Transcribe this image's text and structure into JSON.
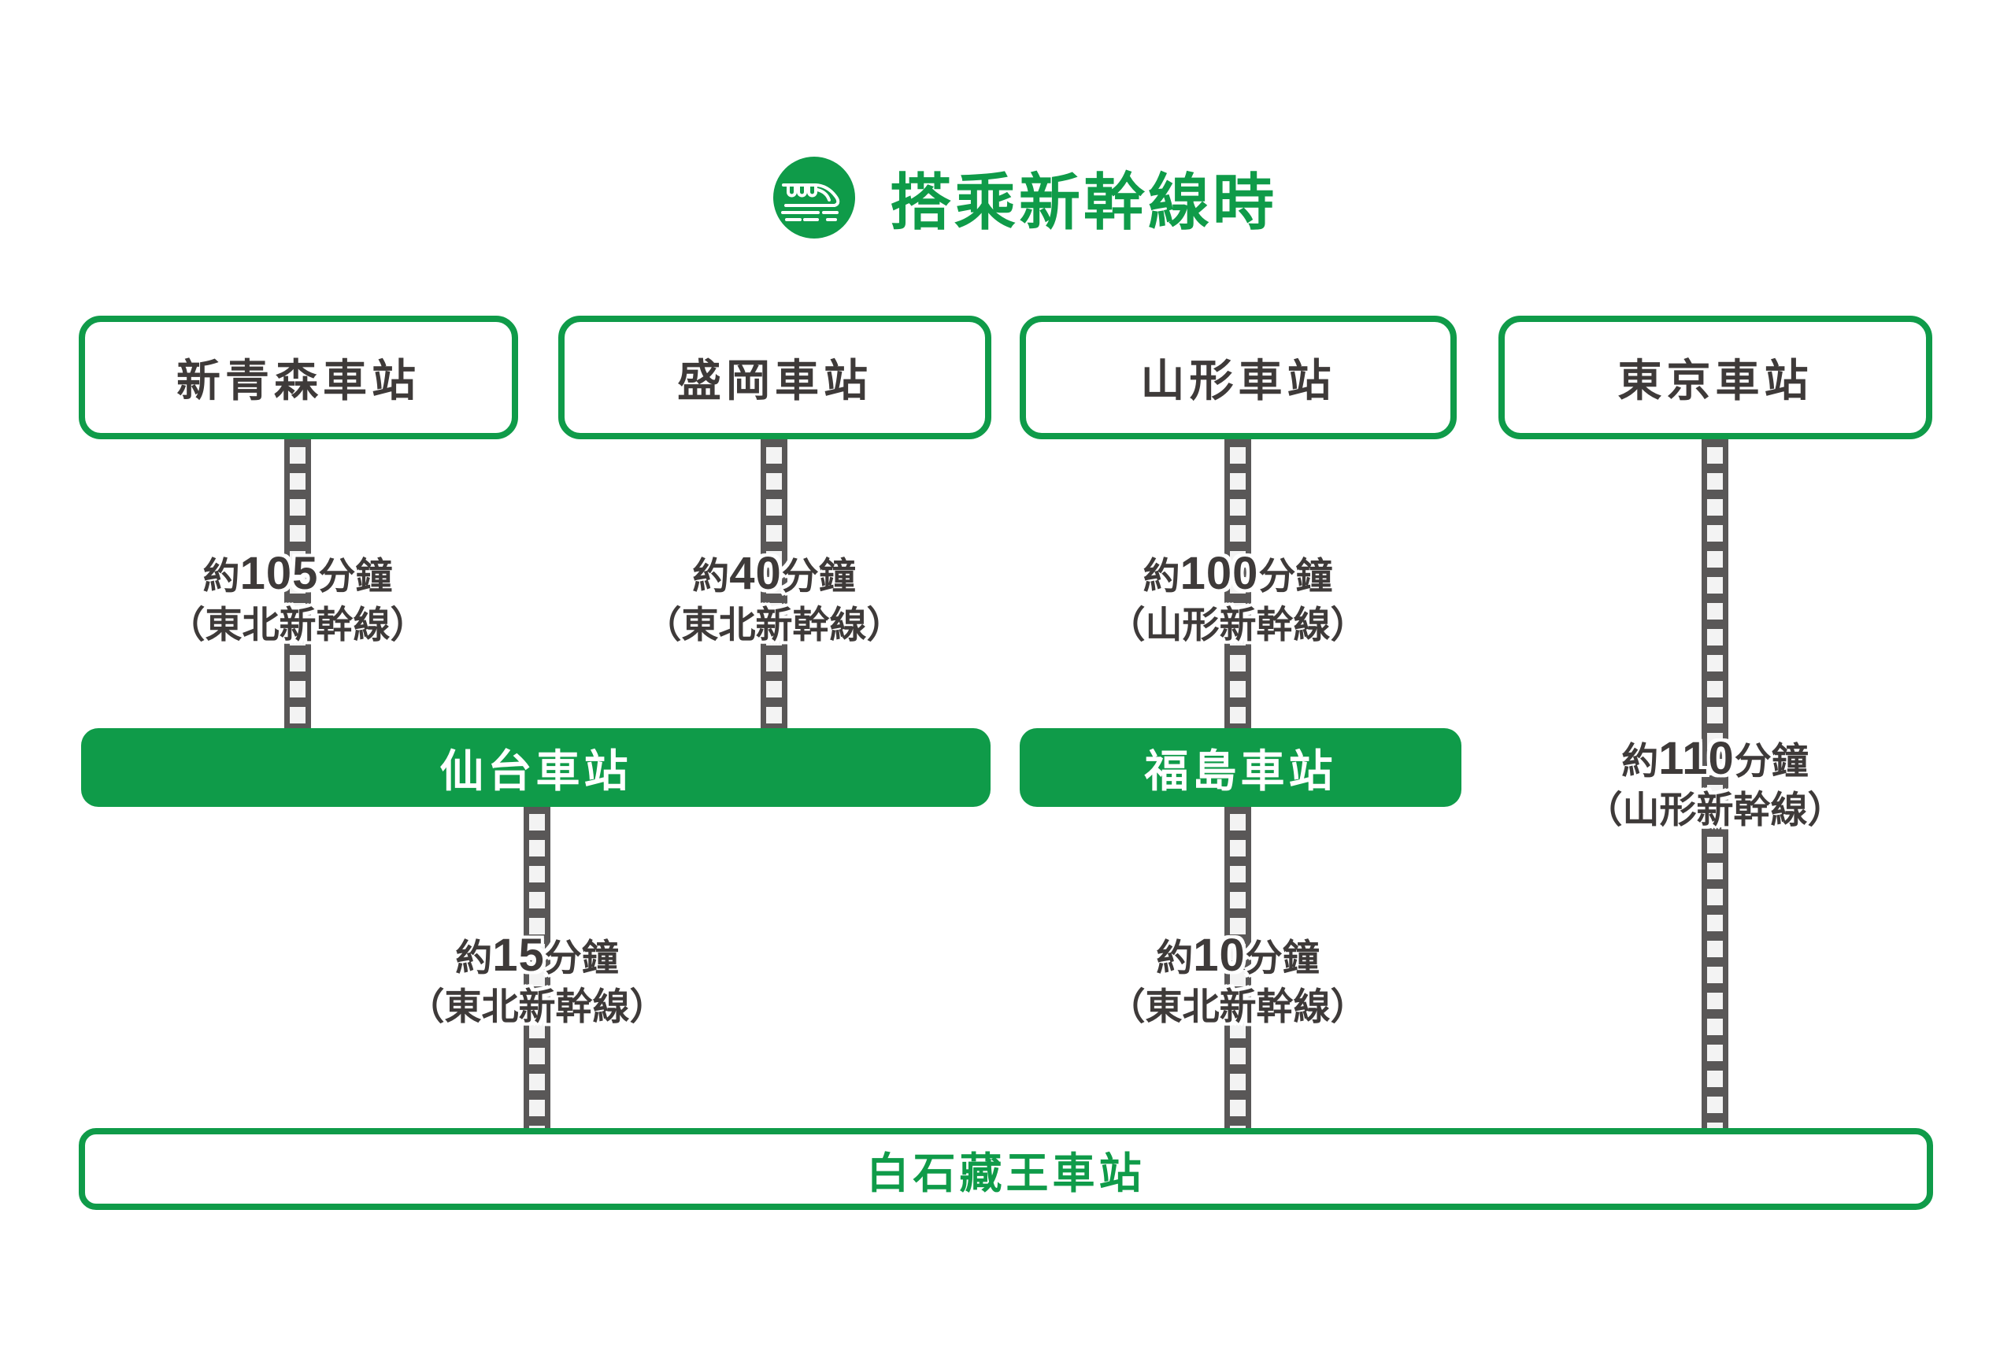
{
  "title": {
    "text": "搭乘新幹線時",
    "icon": "shinkansen-train-icon"
  },
  "colors": {
    "green": "#0f9b49",
    "dark_text": "#3e3a39",
    "track_dark": "#595757",
    "track_light": "#f3f3f3",
    "background": "#ffffff"
  },
  "top_stations": [
    {
      "label": "新青森車站"
    },
    {
      "label": "盛岡車站"
    },
    {
      "label": "山形車站"
    },
    {
      "label": "東京車站"
    }
  ],
  "mid_stations": [
    {
      "label": "仙台車站"
    },
    {
      "label": "福島車站"
    }
  ],
  "bottom_station": {
    "label": "白石藏王車站"
  },
  "routes": [
    {
      "from": "新青森車站",
      "to": "仙台車站",
      "prefix": "約",
      "minutes": "105",
      "suffix": "分鐘",
      "line": "（東北新幹線）"
    },
    {
      "from": "盛岡車站",
      "to": "仙台車站",
      "prefix": "約",
      "minutes": "40",
      "suffix": "分鐘",
      "line": "（東北新幹線）"
    },
    {
      "from": "山形車站",
      "to": "福島車站",
      "prefix": "約",
      "minutes": "100",
      "suffix": "分鐘",
      "line": "（山形新幹線）"
    },
    {
      "from": "東京車站",
      "to": "白石藏王車站",
      "prefix": "約",
      "minutes": "110",
      "suffix": "分鐘",
      "line": "（山形新幹線）"
    },
    {
      "from": "仙台車站",
      "to": "白石藏王車站",
      "prefix": "約",
      "minutes": "15",
      "suffix": "分鐘",
      "line": "（東北新幹線）"
    },
    {
      "from": "福島車站",
      "to": "白石藏王車站",
      "prefix": "約",
      "minutes": "10",
      "suffix": "分鐘",
      "line": "（東北新幹線）"
    }
  ]
}
